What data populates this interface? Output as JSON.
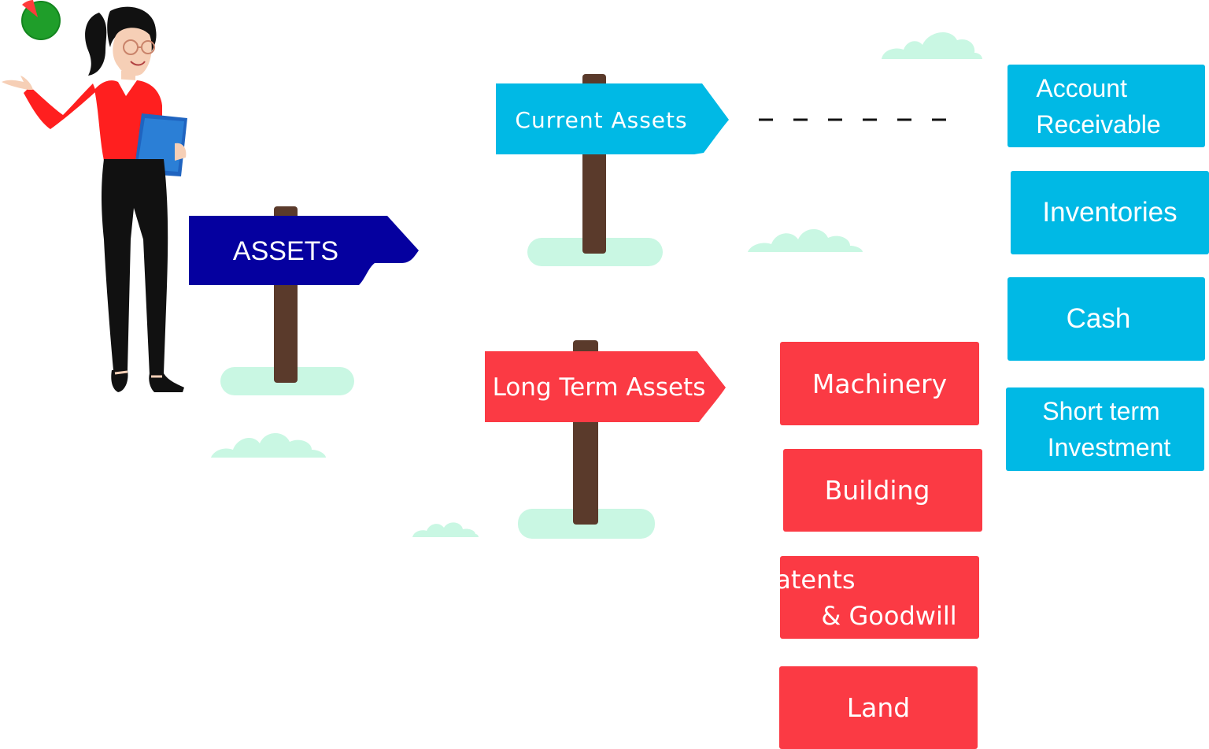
{
  "main_sign": {
    "label": "ASSETS",
    "color": "#05009f"
  },
  "current_sign": {
    "label": "Current Assets",
    "color": "#00b9e5"
  },
  "long_term_sign": {
    "label": "Long Term Assets",
    "color": "#fb3a44"
  },
  "current_assets": [
    {
      "line1": "Account",
      "line2": "Receivable"
    },
    {
      "line1": "Inventories",
      "line2": ""
    },
    {
      "line1": "Cash",
      "line2": ""
    },
    {
      "line1": "Short term",
      "line2": "Investment"
    }
  ],
  "long_term_assets": [
    {
      "line1": "Machinery",
      "line2": ""
    },
    {
      "line1": "Building",
      "line2": ""
    },
    {
      "line1": "Patents",
      "line2": "& Goodwill"
    },
    {
      "line1": "Land",
      "line2": ""
    }
  ],
  "colors": {
    "post": "#5a3a2b",
    "ground": "#c9f7e3",
    "cloud": "#c9f7e3",
    "current_box": "#00b9e5",
    "long_term_box": "#fb3a44"
  }
}
